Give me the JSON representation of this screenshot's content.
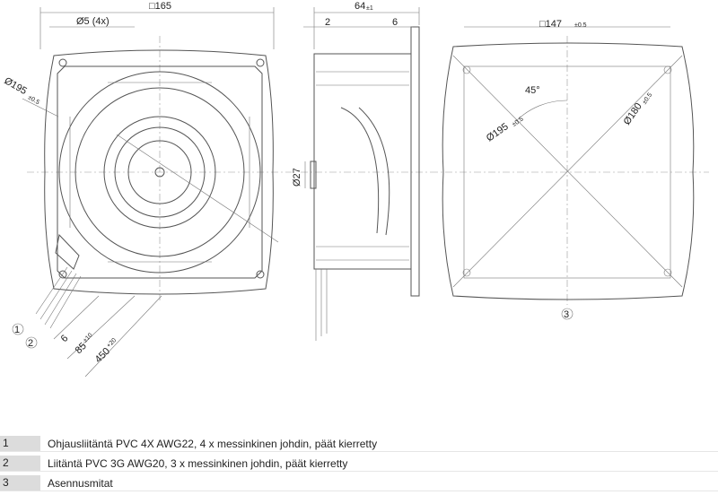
{
  "dimensions": {
    "front_square": "□165",
    "hole_dia": "Ø5 (4x)",
    "front_dia": "Ø195",
    "front_dia_tol": "±0.5",
    "depth": "64",
    "depth_tol": "±1",
    "side_left": "2",
    "side_right": "6",
    "hub_dia": "Ø27",
    "mount_square": "□147",
    "mount_square_tol": "±0.5",
    "angle": "45°",
    "mount_dia": "Ø195",
    "mount_dia_tol": "±0.5",
    "bolt_circle": "Ø180",
    "bolt_circle_tol": "±0.5",
    "cable_strip": "6",
    "cable_short": "85",
    "cable_short_tol": "±10",
    "cable_long": "450",
    "cable_long_tol": "+20"
  },
  "callouts": [
    "1",
    "2",
    "3"
  ],
  "legend": [
    {
      "num": "1",
      "text": "Ohjausliitäntä PVC 4X AWG22, 4 x messinkinen johdin, päät kierretty"
    },
    {
      "num": "2",
      "text": "Liitäntä PVC 3G AWG20, 3 x messinkinen johdin, päät kierretty"
    },
    {
      "num": "3",
      "text": "Asennusmitat"
    }
  ]
}
